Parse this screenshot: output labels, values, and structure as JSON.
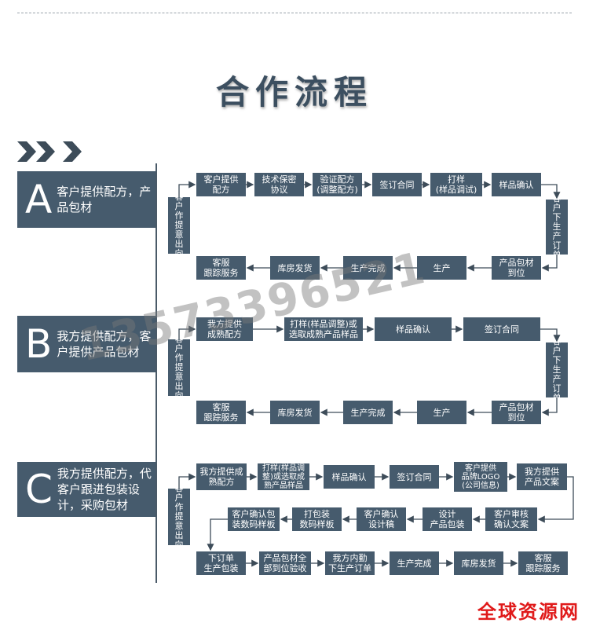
{
  "title": "合作流程",
  "colors": {
    "node": "#465b6d",
    "arrow": "#3d4c59",
    "title": "#3c4f60",
    "logo": "#e01a1a"
  },
  "sections": {
    "a": {
      "letter": "A",
      "text": "客户提供配方，产品包材",
      "start": "客户作提意出向",
      "top": [
        "客户提供\n配方",
        "技术保密\n协议",
        "验证配方\n(调整配方)",
        "签订合同",
        "打样\n(样品调试)",
        "样品确认"
      ],
      "right": "客户下生产订单",
      "bottom": [
        "客服\n跟踪服务",
        "库房发货",
        "生产完成",
        "生产",
        "产品包材\n到位"
      ]
    },
    "b": {
      "letter": "B",
      "text": "我方提供配方，客户提供产品包材",
      "start": "客户作提意出向",
      "top": [
        "我方提供\n成熟配方",
        "打样(样品调整)或\n选取成熟产品样品",
        "样品确认",
        "签订合同"
      ],
      "right": "客户下生产订单",
      "bottom": [
        "客服\n跟踪服务",
        "库房发货",
        "生产完成",
        "生产",
        "产品包材\n到位"
      ]
    },
    "c": {
      "letter": "C",
      "text": "我方提供配方，代客户跟进包装设计，采购包材",
      "start": "客户作提意出向",
      "row1": [
        "我方提供成\n熟配方",
        "打样(样品调\n整)或选取成\n熟产品样品",
        "样品确认",
        "签订合同",
        "客户提供\n品牌LOGO\n(公司信息)",
        "我方提供\n产品文案"
      ],
      "row2": [
        "客户确认包\n装数码样板",
        "打包装\n数码样板",
        "客户确认\n设计稿",
        "设计\n产品包装",
        "客户审核\n确认文案"
      ],
      "row3": [
        "下订单\n生产包装",
        "产品包材全\n部到位验收",
        "我方内勤\n下生产订单",
        "生产完成",
        "库房发货",
        "客服\n跟踪服务"
      ]
    }
  },
  "watermark": "13573396521",
  "logo": "全球资源网",
  "chevron_icon": "double-chevron-right-icon"
}
